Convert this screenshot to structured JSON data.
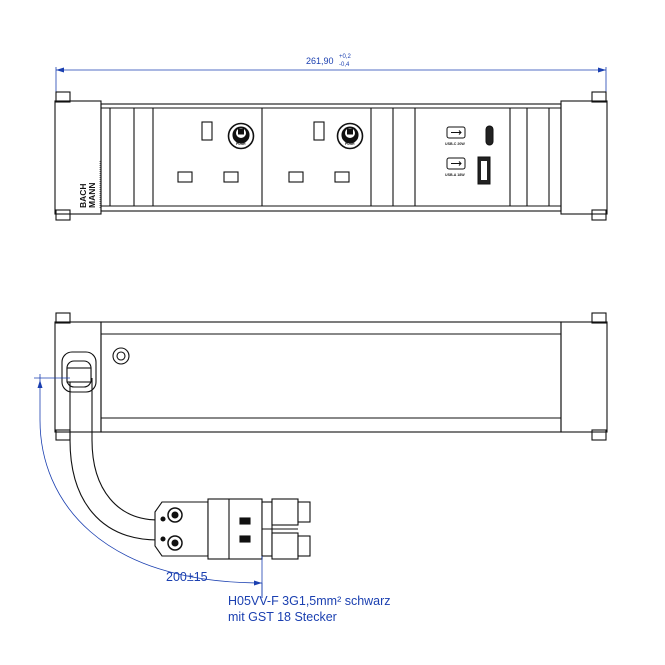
{
  "dimension_top": {
    "value": "261,90",
    "tol_upper": "+0,2",
    "tol_lower": "-0,4"
  },
  "dimension_cable": "200±15",
  "cable_note": {
    "line1": "H05VV-F 3G1,5mm² schwarz",
    "line2": "mit GST 18 Stecker"
  },
  "brand": {
    "line1": "BACH",
    "line2": "MANN"
  },
  "usb_c_label": "USB-C 20W",
  "usb_a_label": "USB-A 18W",
  "push_label": "PUSH",
  "colors": {
    "dimension": "#1a3fb0",
    "line": "#111111",
    "fill_dark": "#222222"
  }
}
